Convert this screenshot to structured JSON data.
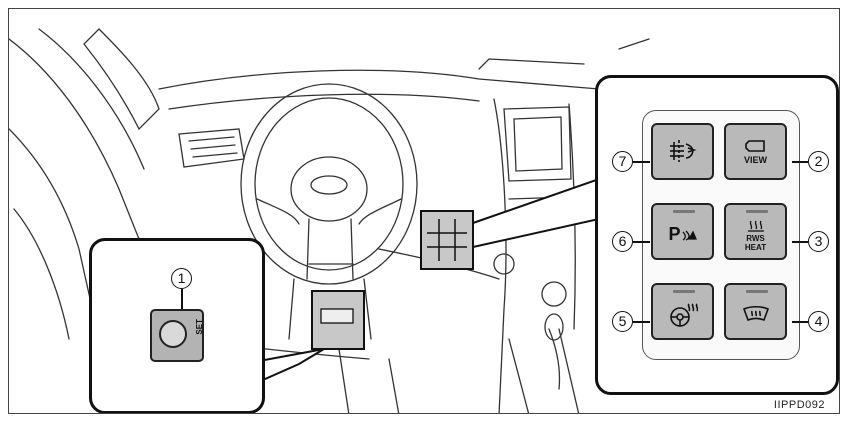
{
  "diagram": {
    "image_code": "IIPPD092",
    "callouts": {
      "left": {
        "number": "1",
        "switch_label": "SET"
      },
      "right": {
        "buttons": [
          {
            "number": "7",
            "icon": "traction-control-icon",
            "text": ""
          },
          {
            "number": "2",
            "icon": "camera-view-icon",
            "text": "VIEW"
          },
          {
            "number": "6",
            "icon": "parking-sensor-icon",
            "text": "P"
          },
          {
            "number": "3",
            "icon": "wiper-heater-icon",
            "text": "RWS HEAT"
          },
          {
            "number": "5",
            "icon": "steering-heater-icon",
            "text": ""
          },
          {
            "number": "4",
            "icon": "windshield-defogger-icon",
            "text": ""
          }
        ]
      }
    }
  }
}
